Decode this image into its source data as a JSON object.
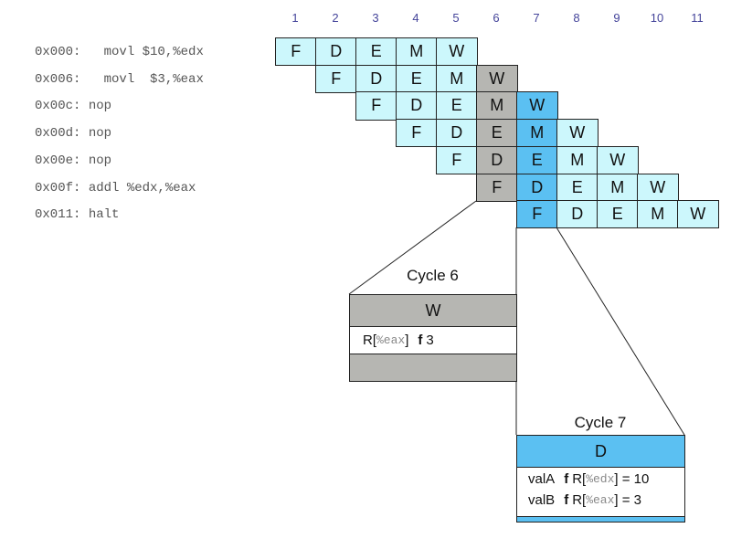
{
  "columns": [
    "1",
    "2",
    "3",
    "4",
    "5",
    "6",
    "7",
    "8",
    "9",
    "10",
    "11"
  ],
  "instructions": [
    {
      "addr": "0x000:",
      "text": "   movl $10,%edx"
    },
    {
      "addr": "0x006:",
      "text": "   movl  $3,%eax"
    },
    {
      "addr": "0x00c:",
      "text": " nop"
    },
    {
      "addr": "0x00d:",
      "text": " nop"
    },
    {
      "addr": "0x00e:",
      "text": " nop"
    },
    {
      "addr": "0x00f:",
      "text": " addl %edx,%eax"
    },
    {
      "addr": "0x011:",
      "text": " halt"
    }
  ],
  "pipeline": [
    {
      "start": 1,
      "stages": [
        "F",
        "D",
        "E",
        "M",
        "W"
      ]
    },
    {
      "start": 2,
      "stages": [
        "F",
        "D",
        "E",
        "M",
        "W"
      ]
    },
    {
      "start": 3,
      "stages": [
        "F",
        "D",
        "E",
        "M",
        "W"
      ]
    },
    {
      "start": 4,
      "stages": [
        "F",
        "D",
        "E",
        "M",
        "W"
      ]
    },
    {
      "start": 5,
      "stages": [
        "F",
        "D",
        "E",
        "M",
        "W"
      ]
    },
    {
      "start": 6,
      "stages": [
        "F",
        "D",
        "E",
        "M",
        "W"
      ]
    },
    {
      "start": 7,
      "stages": [
        "F",
        "D",
        "E",
        "M",
        "W"
      ]
    }
  ],
  "highlight": {
    "gray_cycle": 6,
    "blue_cycle": 7
  },
  "colors": {
    "light": "#ccf7fc",
    "gray": "#b6b6b2",
    "blue": "#5bc0f2",
    "colnum": "#44449a"
  },
  "cycle6": {
    "title": "Cycle 6",
    "stage": "W",
    "line": {
      "pre": "R[",
      "reg": "%eax",
      "post": "]",
      "arrow": "f",
      "value": "3"
    }
  },
  "cycle7": {
    "title": "Cycle 7",
    "stage": "D",
    "lines": [
      {
        "name": "valA",
        "arrow": "f",
        "pre": "R[",
        "reg": "%edx",
        "post": "] = 10"
      },
      {
        "name": "valB",
        "arrow": "f",
        "pre": "R[",
        "reg": "%eax",
        "post": "] = 3"
      }
    ]
  }
}
